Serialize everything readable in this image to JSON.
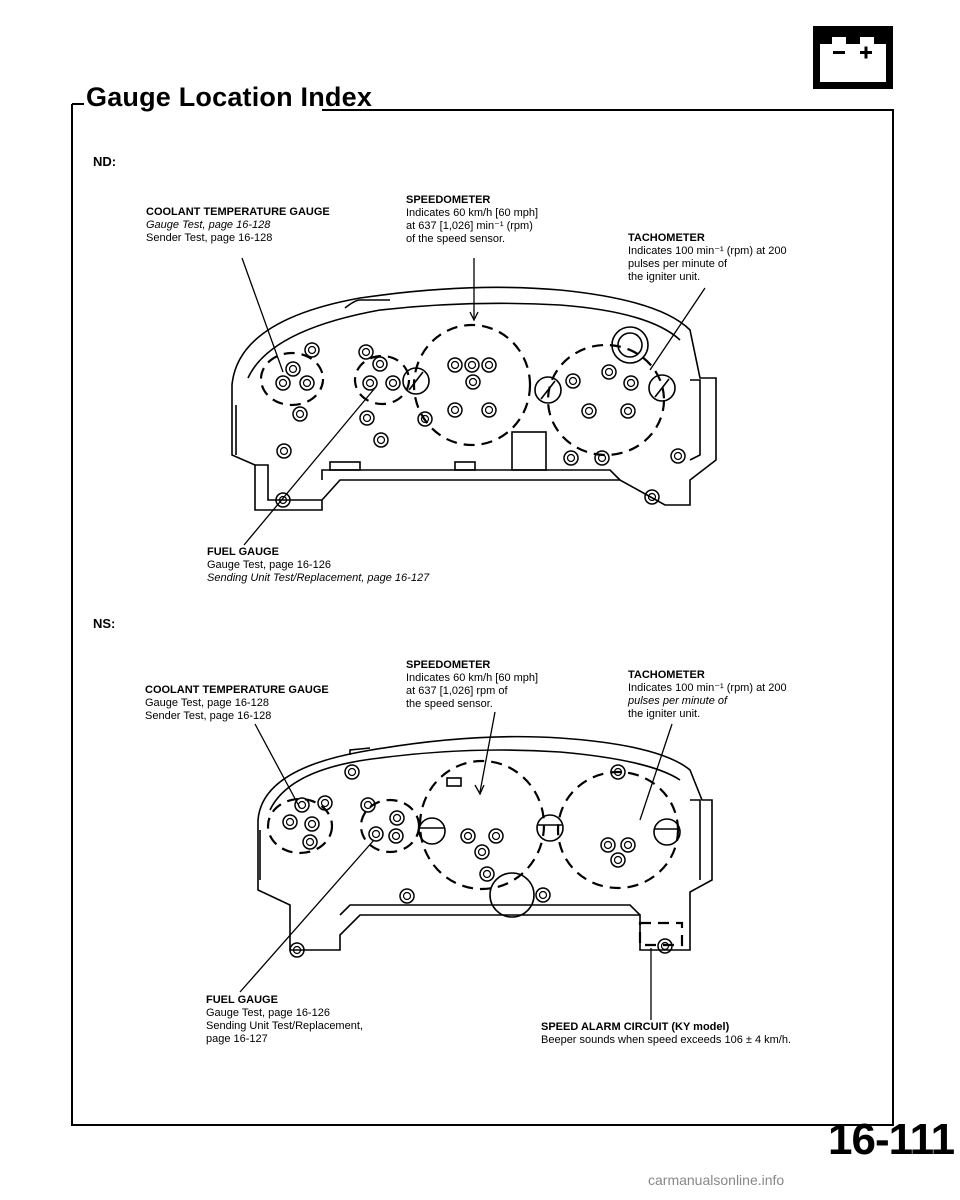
{
  "title": "Gauge Location Index",
  "page_number": "16-111",
  "footer": "carmanualsonline.info",
  "nd": {
    "section_label": "ND:",
    "coolant": {
      "title": "COOLANT TEMPERATURE GAUGE",
      "line1": "Gauge Test, page 16-128",
      "line2": "Sender Test, page 16-128"
    },
    "speedometer": {
      "title": "SPEEDOMETER",
      "line1": "Indicates 60 km/h [60 mph]",
      "line2": "at 637 [1,026] min⁻¹ (rpm)",
      "line3": "of the speed sensor."
    },
    "tachometer": {
      "title": "TACHOMETER",
      "line1": "Indicates 100 min⁻¹ (rpm) at 200",
      "line2": "pulses per minute of",
      "line3": "the igniter unit."
    },
    "fuel": {
      "title": "FUEL GAUGE",
      "line1": "Gauge Test, page 16-126",
      "line2": "Sending Unit Test/Replacement, page 16-127"
    }
  },
  "ns": {
    "section_label": "NS:",
    "coolant": {
      "title": "COOLANT TEMPERATURE GAUGE",
      "line1": "Gauge Test, page 16-128",
      "line2": "Sender Test, page 16-128"
    },
    "speedometer": {
      "title": "SPEEDOMETER",
      "line1": "Indicates 60 km/h [60 mph]",
      "line2": "at 637 [1,026] rpm of",
      "line3": "the speed sensor."
    },
    "tachometer": {
      "title": "TACHOMETER",
      "line1": "Indicates 100 min⁻¹ (rpm) at 200",
      "line2": "pulses per minute of",
      "line3": "the igniter unit."
    },
    "fuel": {
      "title": "FUEL GAUGE",
      "line1": "Gauge Test, page 16-126",
      "line2": "Sending Unit Test/Replacement,",
      "line3": "page 16-127"
    },
    "alarm": {
      "title": "SPEED ALARM CIRCUIT (KY model)",
      "line1": "Beeper sounds when speed exceeds 106 ± 4 km/h."
    }
  },
  "icons": {
    "battery": "battery-icon"
  }
}
